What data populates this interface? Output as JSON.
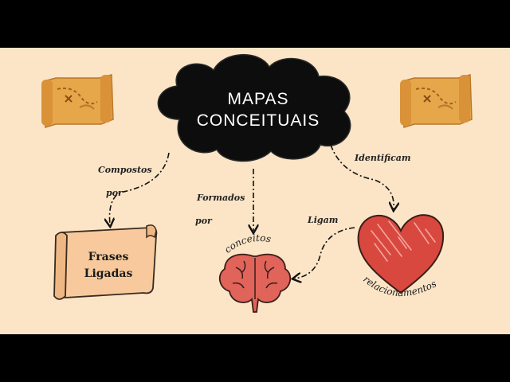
{
  "diagram": {
    "title_line1": "MAPAS",
    "title_line2": "CONCEITUAIS",
    "edges": {
      "left_line1": "Compostos",
      "left_line2": "por",
      "middle_line1": "Formados",
      "middle_line2": "por",
      "right": "Identificam",
      "bottom": "Ligam"
    },
    "nodes": {
      "scroll_line1": "Frases",
      "scroll_line2": "Ligadas",
      "brain": "conceitos",
      "heart": "relacionamentos"
    }
  },
  "colors": {
    "background": "#fbe5c6",
    "letterbox": "#000000",
    "cloud": "#0d0d0d",
    "brain": "#e0645a",
    "heart": "#d9483f",
    "scroll": "#f7c99c",
    "map_icon": "#e6a64a"
  },
  "icons": [
    "treasure-map-icon",
    "treasure-map-icon",
    "scroll-icon",
    "brain-icon",
    "heart-icon",
    "cloud-shape"
  ]
}
